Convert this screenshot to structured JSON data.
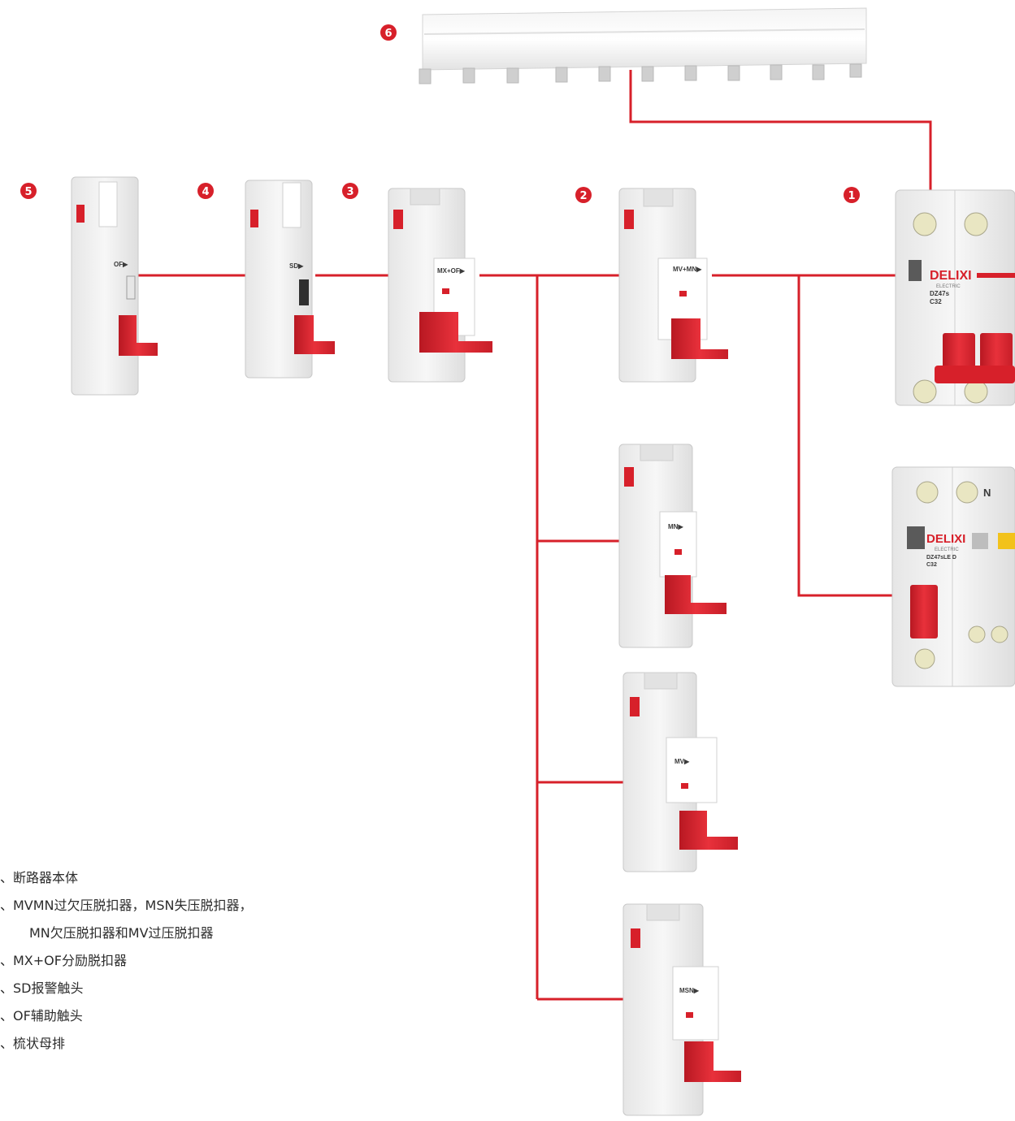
{
  "badges": [
    "1",
    "2",
    "3",
    "4",
    "5",
    "6"
  ],
  "devices": {
    "breaker_main": {
      "brand": "DELIXI",
      "sub": "ELECTRIC",
      "model": "DZ47s",
      "rating": "C32"
    },
    "breaker_rcd": {
      "brand": "DELIXI",
      "sub": "ELECTRIC",
      "model": "DZ47sLE D",
      "rating": "C32",
      "n_label": "N"
    },
    "mv_mn": {
      "label": "MV+MN▶"
    },
    "mn": {
      "label": "MN▶"
    },
    "mv": {
      "label": "MV▶"
    },
    "msn": {
      "label": "MSN▶"
    },
    "mx_of": {
      "label": "MX+OF▶"
    },
    "sd": {
      "label": "SD▶"
    },
    "of": {
      "label": "OF▶"
    }
  },
  "legend": {
    "items": [
      "、断路器本体",
      "、MVMN过欠压脱扣器，MSN失压脱扣器，",
      "MN欠压脱扣器和MV过压脱扣器",
      "、MX+OF分励脱扣器",
      "、SD报警触头",
      "、OF辅助触头",
      "、梳状母排"
    ]
  },
  "colors": {
    "accent": "#d7202a",
    "body": "#f1f1f1",
    "outline": "#c9c9c9"
  }
}
